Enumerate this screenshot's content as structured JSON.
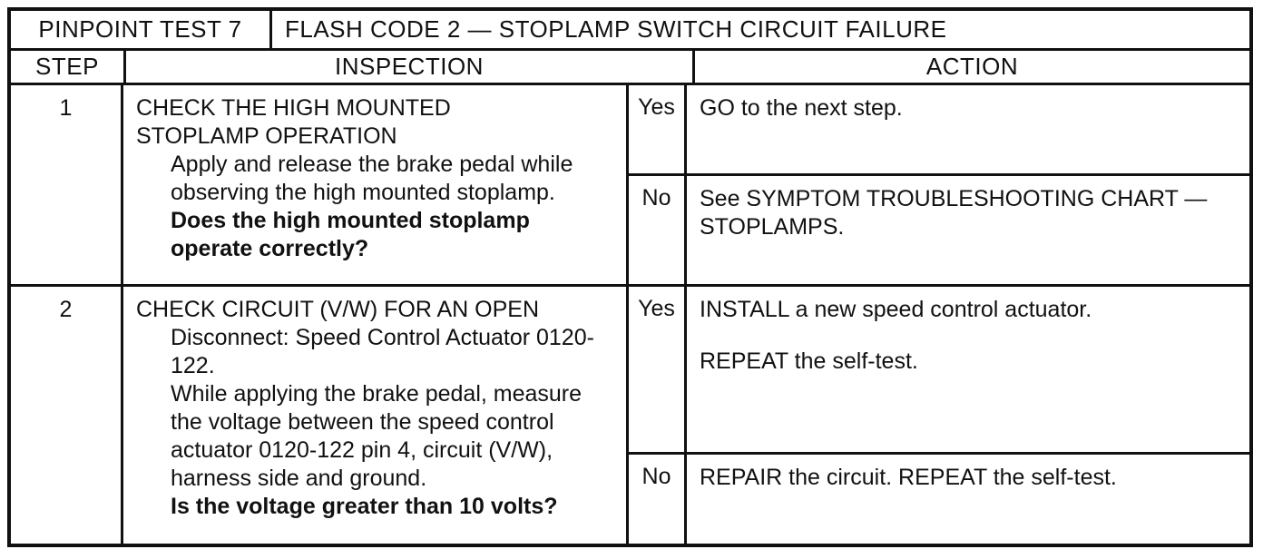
{
  "colors": {
    "ink": "#111111",
    "paper": "#ffffff"
  },
  "document": {
    "header": {
      "test_label": "PINPOINT TEST 7",
      "title": "FLASH CODE 2 — STOPLAMP SWITCH CIRCUIT FAILURE"
    },
    "columns": {
      "step": "STEP",
      "inspection": "INSPECTION",
      "action": "ACTION"
    },
    "steps": [
      {
        "number": "1",
        "inspection_title": "CHECK THE HIGH MOUNTED STOPLAMP OPERATION",
        "bullets": [
          "Apply and release the brake pedal while observing the high mounted stoplamp.",
          "Does the high mounted stoplamp operate correctly?"
        ],
        "results": [
          {
            "answer": "Yes",
            "actions": [
              "GO to the next step."
            ]
          },
          {
            "answer": "No",
            "actions": [
              "See SYMPTOM TROUBLESHOOTING CHART — STOPLAMPS."
            ]
          }
        ]
      },
      {
        "number": "2",
        "inspection_title": "CHECK CIRCUIT (V/W) FOR AN OPEN",
        "bullets": [
          "Disconnect: Speed Control Actuator 0120-122.",
          "While applying the brake pedal, measure the voltage between the speed control actuator 0120-122 pin 4, circuit (V/W), harness side and ground.",
          "Is the voltage greater than 10 volts?"
        ],
        "results": [
          {
            "answer": "Yes",
            "actions": [
              "INSTALL a new speed control actuator.",
              "REPEAT the self-test."
            ]
          },
          {
            "answer": "No",
            "actions": [
              "REPAIR the circuit. REPEAT the self-test."
            ]
          }
        ]
      }
    ]
  }
}
